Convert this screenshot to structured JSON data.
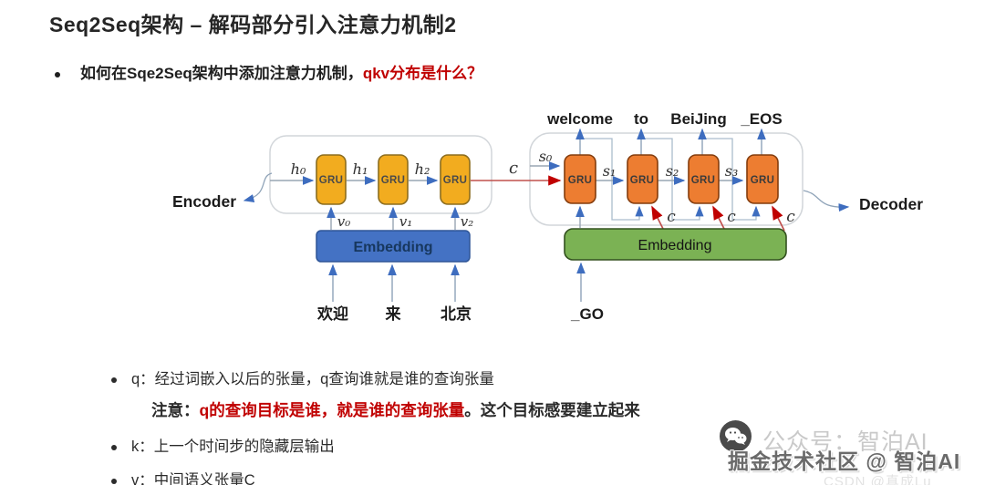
{
  "title": "Seq2Seq架构 – 解码部分引入注意力机制2",
  "question": {
    "black": "如何在Sqe2Seq架构中添加注意力机制，",
    "red": "qkv分布是什么？"
  },
  "diagram": {
    "encoder_label": "Encoder",
    "decoder_label": "Decoder",
    "gru": "GRU",
    "embedding": "Embedding",
    "h": [
      "h₀",
      "h₁",
      "h₂"
    ],
    "v": [
      "v₀",
      "v₁",
      "v₂"
    ],
    "s": [
      "s₀",
      "s₁",
      "s₂",
      "s₃"
    ],
    "c": "c",
    "outputs": [
      "welcome",
      "to",
      "BeiJing",
      "_EOS"
    ],
    "inputs": [
      "欢迎",
      "来",
      "北京"
    ],
    "go": "_GO",
    "colors": {
      "encoder_gru_fill": "#F2AC1F",
      "decoder_gru_fill": "#ED7D31",
      "embedding_encoder_fill": "#4472C4",
      "embedding_decoder_fill": "#7BB254",
      "context_line_red": "#C0504D",
      "arrow_blue": "#3E6DBF"
    }
  },
  "notes": {
    "q_line": "q：经过词嵌入以后的张量，q查询谁就是谁的查询张量",
    "attention_prefix": "注意：",
    "attention_red": "q的查询目标是谁，就是谁的查询张量",
    "attention_suffix": "。这个目标感要建立起来",
    "k_line": "k：上一个时间步的隐藏层输出",
    "v_line": "v：中间语义张量C"
  },
  "watermark": {
    "wechat_label": "公众号：智泊AI",
    "juejin_label": "掘金技术社区 @ 智泊AI",
    "csdn_label": "CSDN @真成Lu"
  }
}
